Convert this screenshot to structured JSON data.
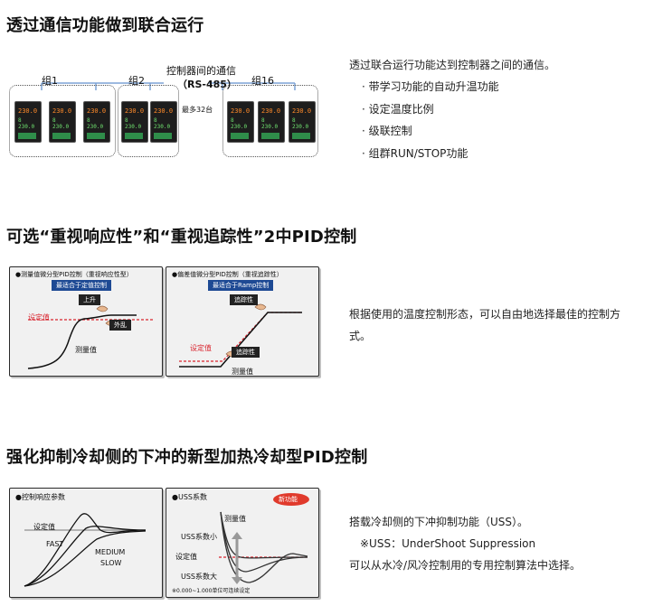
{
  "section1": {
    "heading": "透过通信功能做到联合运行",
    "intro": "透过联合运行功能达到控制器之间的通信。",
    "bullets": [
      "· 带学习功能的自动升温功能",
      "· 设定温度比例",
      "· 级联控制",
      "· 组群RUN/STOP功能"
    ],
    "diagram": {
      "comm_label": "控制器间的通信",
      "comm_protocol": "（RS-485）",
      "groups": [
        "组1",
        "组2",
        "组16"
      ],
      "max_label": "最多32台",
      "controller_pv": "230.0",
      "controller_sv": "8 230.0"
    }
  },
  "section2": {
    "heading": "可选“重视响应性”和“重视追踪性”2中PID控制",
    "description": "根据使用的温度控制形态，可以自由地选择最佳的控制方式。",
    "panel_left": {
      "title": "●测量值微分型PID控制（重视响应性型）",
      "tag": "最适合于定值控制",
      "label_rise": "上升",
      "label_setpoint": "设定值",
      "label_disturbance": "外乱",
      "label_measured": "测量值"
    },
    "panel_right": {
      "title": "●偏差值微分型PID控制（重视追踪性）",
      "tag": "最适合于Ramp控制",
      "label_ramp": "追踪性",
      "label_setpoint": "设定值",
      "label_track": "追踪性",
      "label_measured": "测量值"
    }
  },
  "section3": {
    "heading": "强化抑制冷却侧的下冲的新型加热冷却型PID控制",
    "description_1": "搭载冷却侧的下冲抑制功能（USS）。",
    "description_2": "※USS：UnderShoot Suppression",
    "description_3": "可以从水冷/风冷控制用的专用控制算法中选择。",
    "panel_left": {
      "title": "●控制响应参数",
      "label_setpoint": "设定值",
      "label_fast": "FAST",
      "label_medium": "MEDIUM",
      "label_slow": "SLOW"
    },
    "panel_right": {
      "title": "●USS系数",
      "badge": "新功能",
      "label_measured": "测量值",
      "label_small": "USS系数小",
      "label_setpoint": "设定值",
      "label_large": "USS系数大",
      "footnote": "※0.000~1.000单位可连续设定"
    }
  },
  "colors": {
    "panel_bg": "#f1f1f1",
    "tag_blue": "#1e4a94",
    "setpoint_red": "#d9232d",
    "badge_red": "#e03a2c",
    "controller_black": "#1d1d1d"
  }
}
